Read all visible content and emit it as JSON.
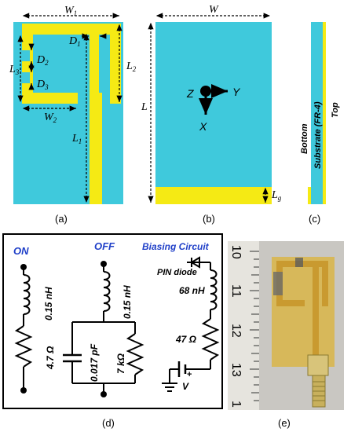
{
  "colors": {
    "substrate": "#3fc9dc",
    "copper": "#f5ea14",
    "label_blue": "#1f3fc8",
    "photo_bg": "#c9c7c2",
    "board": "#d7b85a"
  },
  "panels": {
    "a": {
      "caption": "(a)"
    },
    "b": {
      "caption": "(b)"
    },
    "c": {
      "caption": "(c)"
    },
    "d": {
      "caption": "(d)"
    },
    "e": {
      "caption": "(e)"
    }
  },
  "panel_a": {
    "W": "W",
    "W_sub": "1",
    "D1": "D",
    "D1_sub": "1",
    "D2": "D",
    "D2_sub": "2",
    "D3": "D",
    "D3_sub": "3",
    "L3": "L",
    "L3_sub": "3",
    "L2": "L",
    "L2_sub": "2",
    "W2": "W",
    "W2_sub": "2",
    "L1": "L",
    "L1_sub": "1"
  },
  "panel_b": {
    "W": "W",
    "L": "L",
    "Lg": "L",
    "Lg_sub": "g",
    "axis_z": "Z",
    "axis_y": "Y",
    "axis_x": "X"
  },
  "panel_c": {
    "bottom": "Bottom",
    "substrate": "Substrate (FR-4)",
    "top": "Top"
  },
  "panel_d": {
    "on": "ON",
    "off": "OFF",
    "biasing": "Biasing Circuit",
    "pin_diode": "PIN diode",
    "ind_on": "0.15 nH",
    "res_on": "4.7 Ω",
    "ind_off": "0.15 nH",
    "cap_off": "0.017 pF",
    "res_off": "7 kΩ",
    "ind_bias": "68 nH",
    "res_bias": "47 Ω",
    "v": "V",
    "plus": "+"
  },
  "panel_e": {
    "ruler_labels": [
      "10",
      "11",
      "12",
      "13",
      "1"
    ]
  }
}
